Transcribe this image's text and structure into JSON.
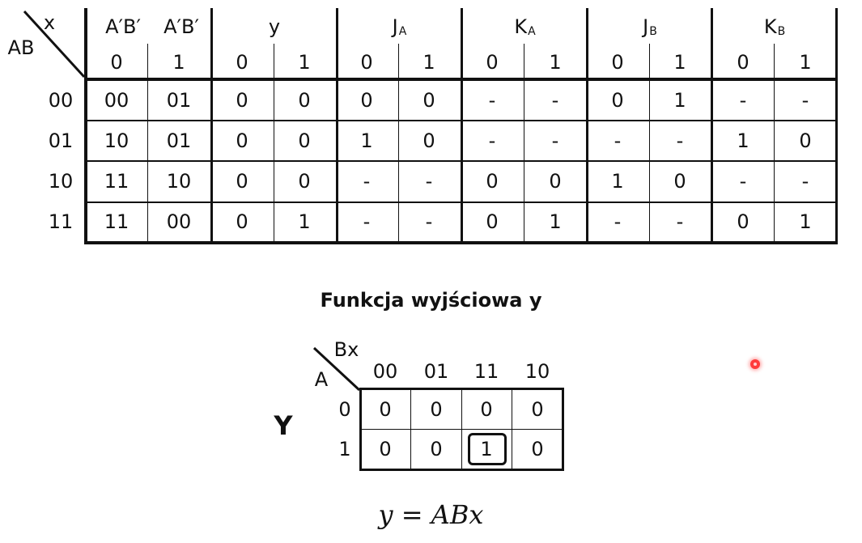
{
  "state_table": {
    "corner": {
      "col_var": "x",
      "row_var": "AB"
    },
    "groups": [
      {
        "label": "A′B′ A′B′",
        "sub": ""
      },
      {
        "label": "y",
        "sub": ""
      },
      {
        "label": "J",
        "sub": "A"
      },
      {
        "label": "K",
        "sub": "A"
      },
      {
        "label": "J",
        "sub": "B"
      },
      {
        "label": "K",
        "sub": "B"
      }
    ],
    "next_state_labels": [
      "A′B′",
      "A′B′"
    ],
    "x_values": [
      "0",
      "1",
      "0",
      "1",
      "0",
      "1",
      "0",
      "1",
      "0",
      "1",
      "0",
      "1"
    ],
    "row_labels": [
      "00",
      "01",
      "10",
      "11"
    ],
    "rows": [
      [
        "00",
        "01",
        "0",
        "0",
        "0",
        "0",
        "-",
        "-",
        "0",
        "1",
        "-",
        "-"
      ],
      [
        "10",
        "01",
        "0",
        "0",
        "1",
        "0",
        "-",
        "-",
        "-",
        "-",
        "1",
        "0"
      ],
      [
        "11",
        "10",
        "0",
        "0",
        "-",
        "-",
        "0",
        "0",
        "1",
        "0",
        "-",
        "-"
      ],
      [
        "11",
        "00",
        "0",
        "1",
        "-",
        "-",
        "0",
        "1",
        "-",
        "-",
        "0",
        "1"
      ]
    ]
  },
  "section_title": "Funkcja wyjściowa y",
  "kmap": {
    "function_label": "Y",
    "corner": {
      "col_var": "Bx",
      "row_var": "A"
    },
    "col_labels": [
      "00",
      "01",
      "11",
      "10"
    ],
    "row_labels": [
      "0",
      "1"
    ],
    "cells": [
      [
        "0",
        "0",
        "0",
        "0"
      ],
      [
        "0",
        "0",
        "1",
        "0"
      ]
    ],
    "highlighted_cell": {
      "row": 1,
      "col": 2
    }
  },
  "formula": "y = ABx"
}
